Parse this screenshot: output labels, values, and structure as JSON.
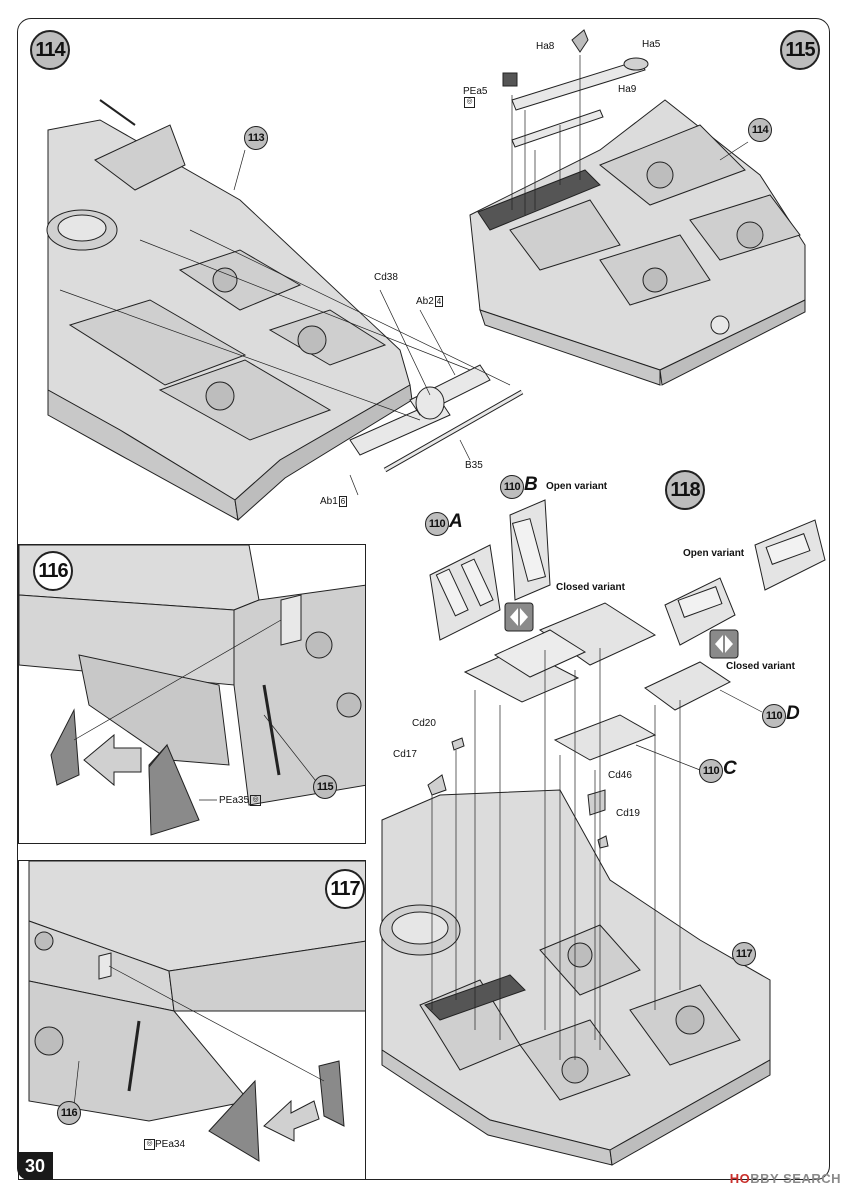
{
  "page": {
    "number": "30"
  },
  "watermark": {
    "brand": "H",
    "text": "BBY SEARCH",
    "prefix": "O"
  },
  "steps": {
    "s114": "114",
    "s115": "115",
    "s116": "116",
    "s117": "117",
    "s118": "118"
  },
  "step114": {
    "callout_step": "113",
    "parts": {
      "cd38": "Cd38",
      "ab2": "Ab2",
      "ab2_count": "4",
      "b35": "B35",
      "ab1": "Ab1",
      "ab1_count": "6"
    }
  },
  "step115": {
    "callout_step": "114",
    "parts": {
      "ha8": "Ha8",
      "ha5": "Ha5",
      "pea5": "PEa5",
      "ha9": "Ha9"
    }
  },
  "step116": {
    "callout_step": "115",
    "parts": {
      "pea35": "PEa35"
    }
  },
  "step117": {
    "callout_step": "116",
    "parts": {
      "pea34": "PEa34"
    }
  },
  "step118": {
    "callout_step": "117",
    "open_variant_label": "Open variant",
    "closed_variant_label": "Closed variant",
    "variants": {
      "a": "A",
      "b": "B",
      "c": "C",
      "d": "D",
      "ref": "110"
    },
    "parts": {
      "cd20": "Cd20",
      "cd17": "Cd17",
      "cd46": "Cd46",
      "cd19": "Cd19"
    }
  },
  "colors": {
    "step_fill": "#bdbdbd",
    "part_fill": "#d9d9d9",
    "highlight_part": "#8a8a8a",
    "line": "#222222"
  }
}
